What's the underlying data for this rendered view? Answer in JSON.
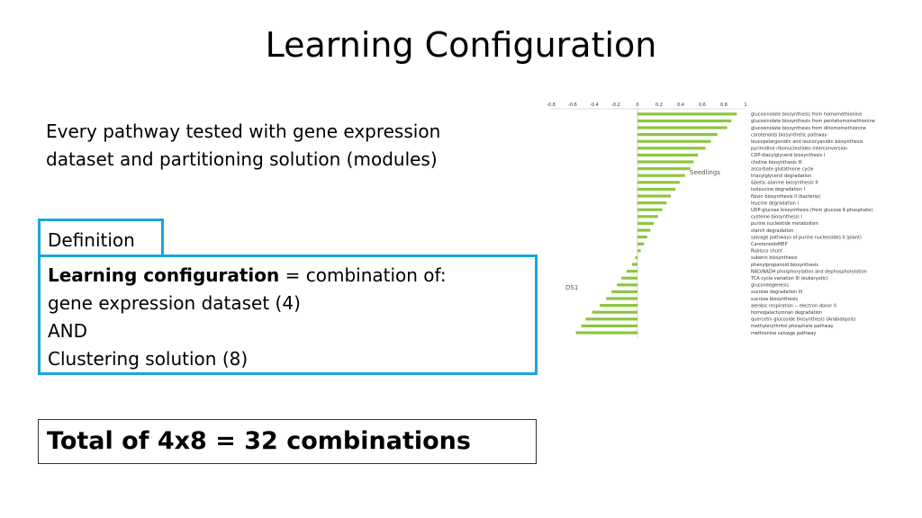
{
  "title": "Learning Configuration",
  "intro_lines": [
    "Every pathway tested with gene expression",
    "dataset and partitioning solution (modules)"
  ],
  "definition": {
    "tab_label": "Definition",
    "term": "Learning configuration",
    "line1_rest": " = combination of:",
    "line2": "gene expression dataset  (4)",
    "line3": "AND",
    "line4": "Clustering solution (8)"
  },
  "total": "Total of 4x8 = 32 combinations",
  "chart_data": {
    "type": "bar",
    "orientation": "horizontal",
    "bar_color": "#8dc63f",
    "xlim": [
      -0.8,
      1
    ],
    "x_ticks": [
      "-0.8",
      "-0.6",
      "-0.4",
      "-0.2",
      "0",
      "0.2",
      "0.4",
      "0.6",
      "0.8",
      "1"
    ],
    "annotations": [
      "Seedlings",
      "DS1"
    ],
    "categories": [
      "glucosinolate biosynthesis from homomethionine",
      "glucosinolate biosynthesis from pentahomomethionine",
      "glucosinolate biosynthesis from dihomomethionine",
      "carotenoids biosynthetic pathway",
      "leucopelargonidin and leucocyanidin biosynthesis",
      "pyrimidine ribonucleotides interconversion",
      "CDP-diacylglycerol biosynthesis I",
      "choline biosynthesis III",
      "ascorbate glutathione cycle",
      "triacylglycerol degradation",
      "&beta;-alanine biosynthesis II",
      "isoleucine degradation I",
      "flavin biosynthesis II (bacteria)",
      "leucine degradation I",
      "UDP-glucose biosynthesis (from glucose 6-phosphate)",
      "cysteine biosynthesis I",
      "purine nucleotide metabolism",
      "starch degradation",
      "salvage pathways of purine nucleosides II (plant)",
      "CarotenoidsMEP",
      "Rubisco shunt",
      "suberin biosynthesis",
      "phenylpropanoid biosynthesis",
      "NAD/NADH phosphorylation and dephosphorylation",
      "TCA cycle variation III (eukaryotic)",
      "gluconeogenesis",
      "sucrose degradation III",
      "sucrose biosynthesis",
      "aerobic respiration -- electron donor II",
      "homogalacturonan degradation",
      "quercetin glucoside biosynthesis (Arabidopsis)",
      "methylerythritol phosphate pathway",
      "methionine salvage pathway"
    ],
    "values": [
      0.92,
      0.87,
      0.83,
      0.74,
      0.68,
      0.63,
      0.56,
      0.52,
      0.49,
      0.44,
      0.39,
      0.35,
      0.31,
      0.27,
      0.23,
      0.19,
      0.15,
      0.12,
      0.09,
      0.06,
      0.03,
      -0.02,
      -0.05,
      -0.1,
      -0.15,
      -0.19,
      -0.24,
      -0.29,
      -0.35,
      -0.42,
      -0.48,
      -0.52,
      -0.57
    ]
  }
}
